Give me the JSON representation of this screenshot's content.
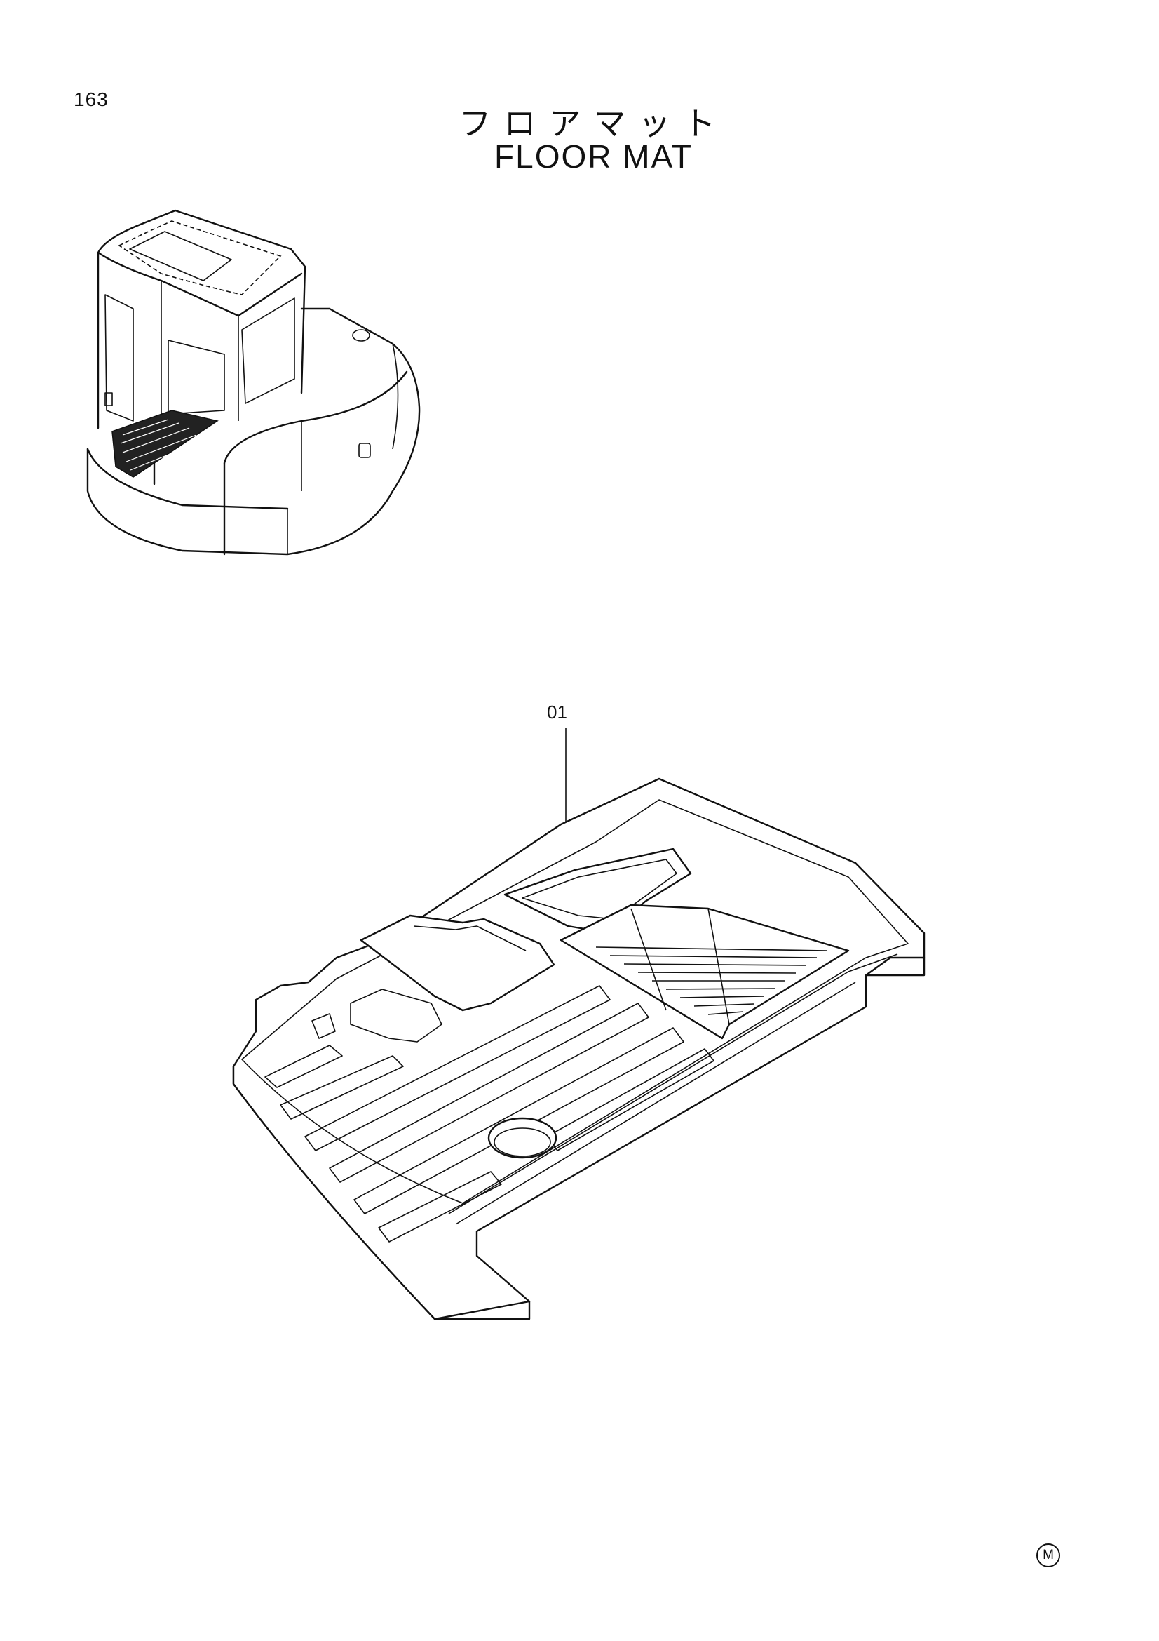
{
  "page": {
    "number": "163",
    "title_jp": "フロアマット",
    "title_en": "FLOOR MAT"
  },
  "parts": [
    {
      "ref": "01"
    }
  ],
  "mark": "M",
  "colors": {
    "ink": "#111111",
    "paper": "#ffffff"
  }
}
